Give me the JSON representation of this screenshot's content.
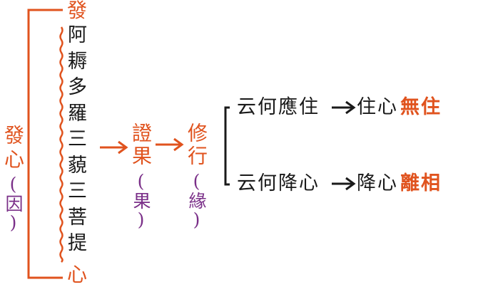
{
  "left": {
    "top_char": "發",
    "bottom_char": "心",
    "column": [
      "阿",
      "耨",
      "多",
      "羅",
      "三",
      "藐",
      "三",
      "菩",
      "提"
    ],
    "side_label": "發心",
    "side_paren": "(因)"
  },
  "middle": {
    "node1_text": "證果",
    "node1_paren": "(果)",
    "node2_text": "修行",
    "node2_paren": "(緣)"
  },
  "right": {
    "top": {
      "question": "云何應住",
      "answer_prefix": "住心",
      "answer_key": "無住"
    },
    "bottom": {
      "question": "云何降心",
      "answer_prefix": "降心",
      "answer_key": "離相"
    }
  },
  "colors": {
    "accent": "#e0531e",
    "purple": "#7a2f88",
    "text": "#1a1a1a"
  }
}
